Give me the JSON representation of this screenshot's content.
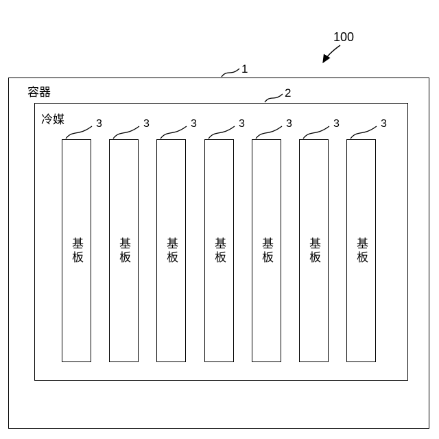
{
  "figure": {
    "overall_ref": "100",
    "container": {
      "label": "容器",
      "ref": "1"
    },
    "coolant": {
      "label": "冷媒",
      "ref": "2"
    },
    "boards": [
      {
        "label": "基板",
        "ref": "3"
      },
      {
        "label": "基板",
        "ref": "3"
      },
      {
        "label": "基板",
        "ref": "3"
      },
      {
        "label": "基板",
        "ref": "3"
      },
      {
        "label": "基板",
        "ref": "3"
      },
      {
        "label": "基板",
        "ref": "3"
      },
      {
        "label": "基板",
        "ref": "3"
      }
    ]
  }
}
